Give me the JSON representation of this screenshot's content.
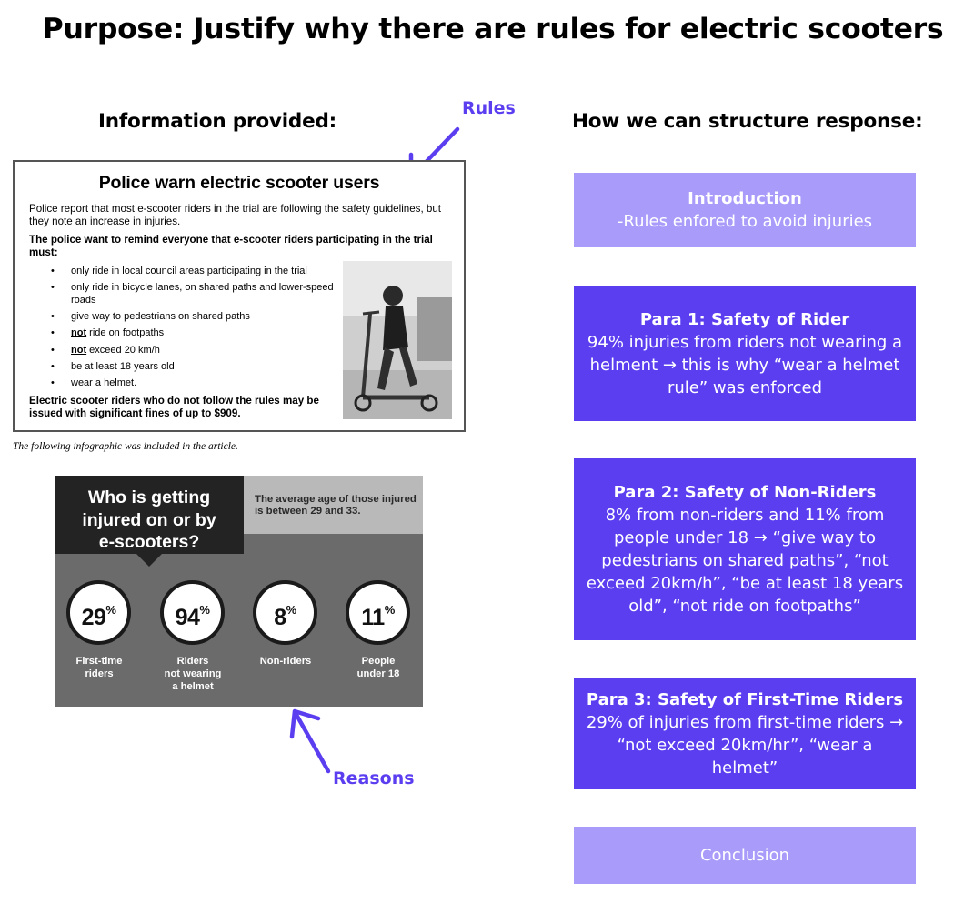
{
  "title": "Purpose: Justify why there are rules for electric scooters",
  "left_heading": "Information provided:",
  "right_heading": "How we can structure response:",
  "annotations": {
    "rules": "Rules",
    "reasons": "Reasons",
    "accent_color": "#5b3ef0"
  },
  "article": {
    "headline": "Police warn electric scooter users",
    "intro": "Police report that most e-scooter riders in the trial are following the safety guidelines, but they note an increase in injuries.",
    "lead": "The police want to remind everyone that e-scooter riders participating in the trial must:",
    "rules": [
      {
        "prefix": "",
        "text": "only ride in local council areas participating in the trial"
      },
      {
        "prefix": "",
        "text": "only ride in bicycle lanes, on shared paths and lower-speed roads"
      },
      {
        "prefix": "",
        "text": "give way to pedestrians on shared paths"
      },
      {
        "prefix": "not",
        "text": " ride on footpaths"
      },
      {
        "prefix": "not",
        "text": " exceed 20 km/h"
      },
      {
        "prefix": "",
        "text": "be at least 18 years old"
      },
      {
        "prefix": "",
        "text": "wear a helmet."
      }
    ],
    "closing": "Electric scooter riders who do not follow the rules may be issued with significant fines of up to $909."
  },
  "caption": "The following infographic was included in the article.",
  "infographic": {
    "question": [
      "Who is getting",
      "injured on or by",
      "e-scooters?"
    ],
    "average_age": "The average age of those injured is between 29 and 33.",
    "stats": [
      {
        "value": "29",
        "unit": "%",
        "label": [
          "First-time",
          "riders"
        ]
      },
      {
        "value": "94",
        "unit": "%",
        "label": [
          "Riders",
          "not wearing",
          "a helmet"
        ]
      },
      {
        "value": "8",
        "unit": "%",
        "label": [
          "Non-riders"
        ]
      },
      {
        "value": "11",
        "unit": "%",
        "label": [
          "People",
          "under 18"
        ]
      }
    ]
  },
  "structure": [
    {
      "title": "Introduction",
      "body": "-Rules enfored to avoid injuries",
      "style": "light"
    },
    {
      "title": "Para 1: Safety of Rider",
      "body": "94% injuries from riders not wearing a helment → this is why “wear a helmet rule” was enforced",
      "style": "dark"
    },
    {
      "title": "Para 2: Safety of Non-Riders",
      "body": "8% from non-riders and 11% from people under 18 → “give way to pedestrians on shared paths”, “not exceed 20km/h”, “be at least 18 years old”, “not ride on footpaths”",
      "style": "dark"
    },
    {
      "title": "Para 3: Safety of First-Time Riders",
      "body": "29% of injuries from first-time riders → “not exceed 20km/hr”, “wear a helmet”",
      "style": "dark"
    },
    {
      "title": "",
      "body": "Conclusion",
      "style": "light"
    }
  ],
  "colors": {
    "light_box": "#a89bfa",
    "dark_box": "#5b3ef0",
    "infographic_bg": "#6b6b6b"
  }
}
